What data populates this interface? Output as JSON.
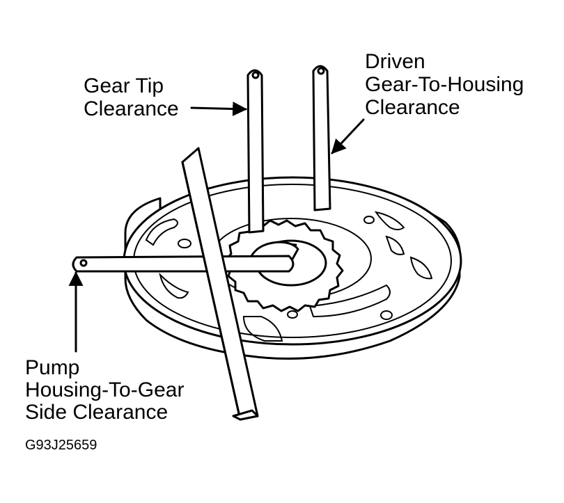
{
  "labels": {
    "gear_tip": [
      "Gear Tip",
      "Clearance"
    ],
    "driven": [
      "Driven",
      "Gear-To-Housing",
      "Clearance"
    ],
    "pump": [
      "Pump",
      "Housing-To-Gear",
      "Side Clearance"
    ]
  },
  "figure_code": "G93J25659",
  "colors": {
    "ink": "#000000",
    "paper": "#ffffff"
  }
}
